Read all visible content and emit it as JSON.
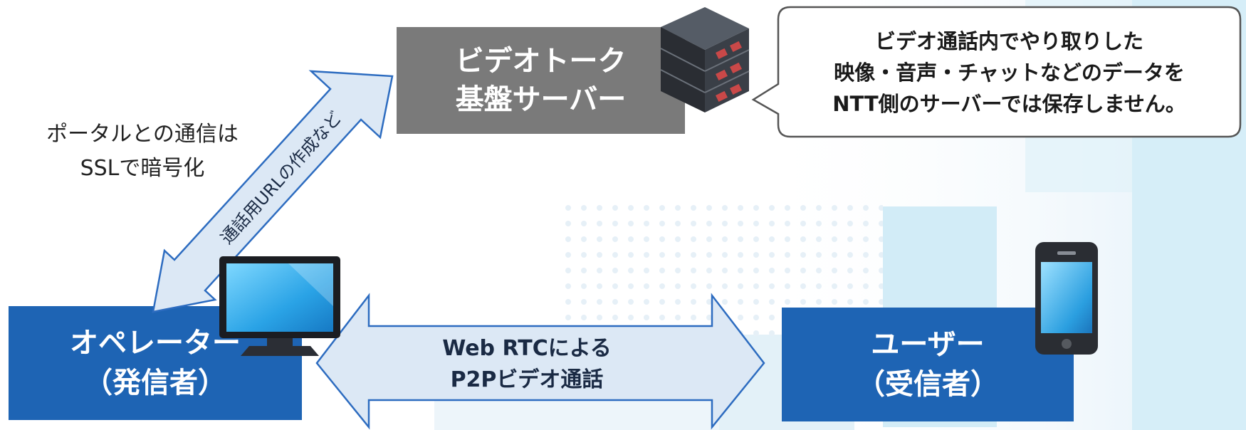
{
  "server": {
    "line1": "ビデオトーク",
    "line2": "基盤サーバー"
  },
  "note": {
    "line1": "ビデオ通話内でやり取りした",
    "line2": "映像・音声・チャットなどのデータを",
    "line3": "NTT側のサーバーでは保存しません。"
  },
  "ssl_note": {
    "line1": "ポータルとの通信は",
    "line2": "SSLで暗号化"
  },
  "diagonal_arrow_label": "通話用URLの作成など",
  "operator": {
    "line1": "オペレーター",
    "line2": "（発信者）"
  },
  "user": {
    "line1": "ユーザー",
    "line2": "（受信者）"
  },
  "p2p_label": {
    "line1": "Web RTCによる",
    "line2": "P2Pビデオ通話"
  },
  "colors": {
    "box_blue": "#1e64b4",
    "server_gray": "#7a7a7a",
    "arrow_fill": "#dce8f5",
    "arrow_stroke": "#2d6cc0"
  },
  "icons": [
    "server-rack-icon",
    "monitor-icon",
    "smartphone-icon"
  ]
}
